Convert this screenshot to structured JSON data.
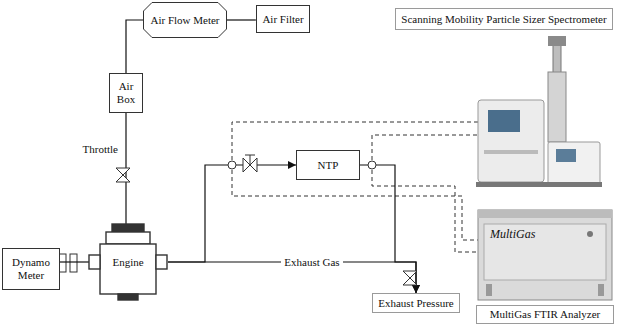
{
  "diagram": {
    "nodes": [
      {
        "text": [
          "Air Flow Meter"
        ]
      },
      {
        "text": [
          "Air Filter"
        ]
      },
      {
        "text": [
          "Scanning Mobility Particle Sizer Spectrometer"
        ]
      },
      {
        "text": [
          "Air Box"
        ]
      },
      {
        "text": [
          "Dynamo Meter"
        ]
      },
      {
        "text": [
          "Engine"
        ]
      },
      {
        "text": [
          "NTP"
        ]
      },
      {
        "text": [
          "Exhaust Pressure"
        ]
      },
      {
        "text": [
          "MultiGas FTIR Analyzer"
        ]
      }
    ],
    "edges": [
      {
        "from": 1,
        "to": 0,
        "arrow": "none"
      },
      {
        "from": 0,
        "to": 3,
        "arrow": "none"
      },
      {
        "from": 3,
        "to": 5,
        "arrow": "none"
      },
      {
        "from": 4,
        "to": 5,
        "arrow": "none"
      },
      {
        "from": 5,
        "to": 6,
        "arrow": "to"
      },
      {
        "from": 6,
        "to": 7,
        "arrow": "to"
      },
      {
        "from": 5,
        "to": 7,
        "arrow": "to",
        "label": "Exhaust Gas"
      }
    ],
    "labels": [
      "Throttle",
      "MultiGas"
    ]
  }
}
